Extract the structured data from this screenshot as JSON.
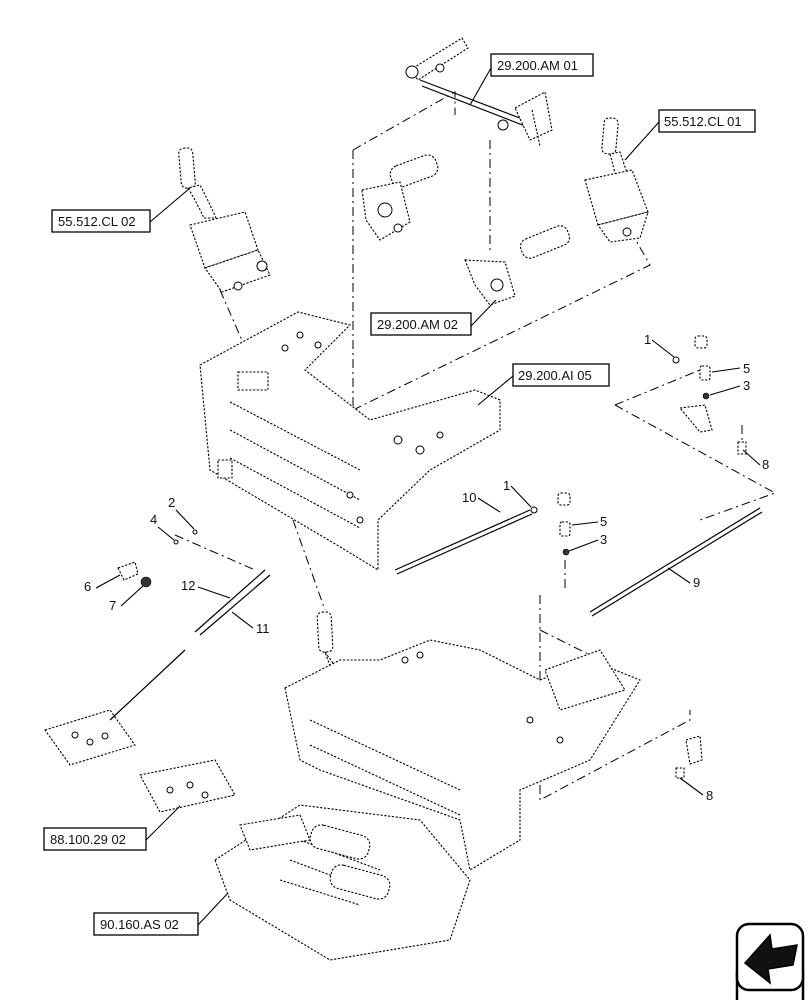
{
  "references": [
    {
      "id": "ref-29-200-am-01",
      "label": "29.200.AM 01"
    },
    {
      "id": "ref-55-512-cl-01",
      "label": "55.512.CL 01"
    },
    {
      "id": "ref-55-512-cl-02",
      "label": "55.512.CL 02"
    },
    {
      "id": "ref-29-200-am-02",
      "label": "29.200.AM 02"
    },
    {
      "id": "ref-29-200-ai-05",
      "label": "29.200.AI 05"
    },
    {
      "id": "ref-88-100-29-02",
      "label": "88.100.29 02"
    },
    {
      "id": "ref-90-160-as-02",
      "label": "90.160.AS 02"
    }
  ],
  "callouts": [
    "1",
    "5",
    "3",
    "8",
    "10",
    "1",
    "5",
    "3",
    "9",
    "2",
    "4",
    "6",
    "7",
    "12",
    "11",
    "8"
  ],
  "nav": {
    "icon": "back-arrow-icon"
  }
}
